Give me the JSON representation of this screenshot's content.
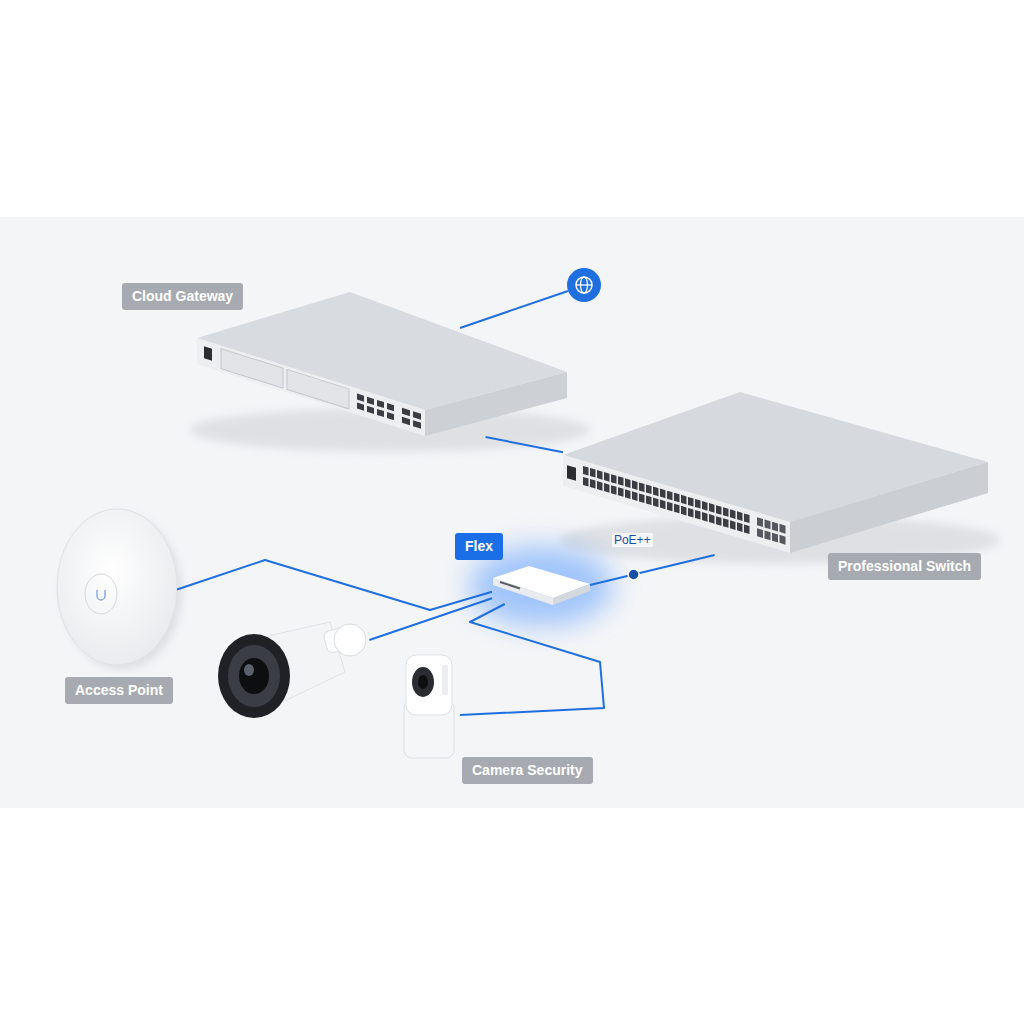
{
  "diagram": {
    "nodes": [
      {
        "text": [
          "Cloud Gateway"
        ]
      },
      {
        "text": [
          "Professional Switch"
        ]
      },
      {
        "text": [
          "Flex"
        ]
      },
      {
        "text": [
          "Access Point"
        ]
      },
      {
        "text": [
          "Camera Security"
        ]
      }
    ],
    "edges": [
      {
        "from": 0,
        "to": 1,
        "arrow": "none"
      },
      {
        "from": 1,
        "to": 2,
        "label": "PoE++",
        "arrow": "none"
      },
      {
        "from": 2,
        "to": 3,
        "arrow": "none"
      },
      {
        "from": 2,
        "to": 4,
        "arrow": "none"
      },
      {
        "from": 2,
        "to": 4,
        "arrow": "none"
      }
    ]
  }
}
